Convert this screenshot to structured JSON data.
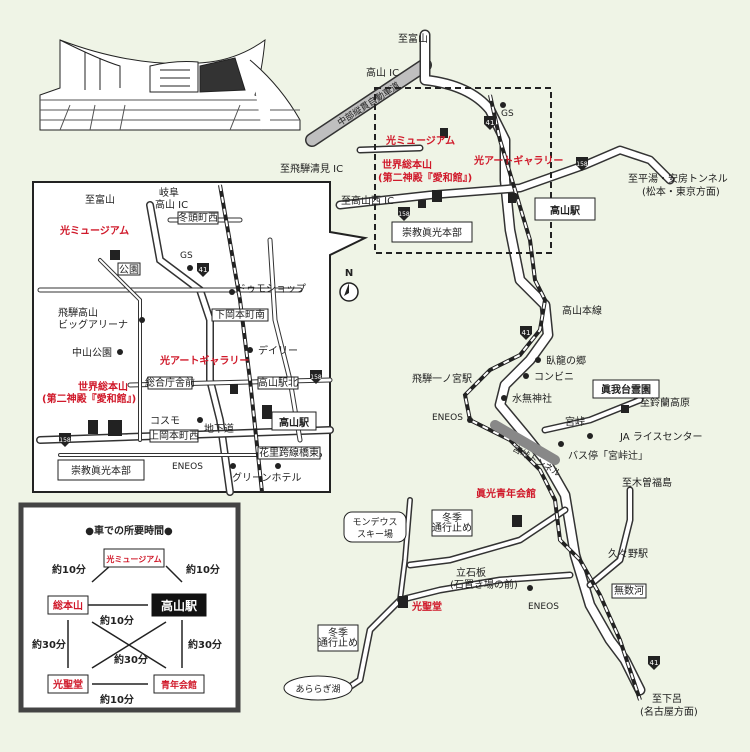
{
  "main_map": {
    "labels": {
      "to_toyama_top": "至富山",
      "takayama_ic": "高山 IC",
      "to_hida_kiyomi_ic": "至飛騨清見 IC",
      "takayama_nishi_ic": "至高山西 IC",
      "expressway": "中部縦貫自動車道",
      "to_hirayu": "至平湯・安房トンネル",
      "to_hirayu_sub": "(松本・東京方面)",
      "takayama_main_line": "高山本線",
      "hida_ichinomiya": "飛騨一ノ宮駅",
      "garyu": "臥龍の郷",
      "convenience": "コンビニ",
      "minashi_shrine": "水無神社",
      "miyatoge": "宮峠",
      "eneos_1": "ENEOS",
      "to_suzuran": "至鈴蘭高原",
      "ja_rice": "JA ライスセンター",
      "bus_stop": "バス停「宮峠辻」",
      "miyatoge_tunnel": "宮峠トンネル",
      "to_kisofukushima": "至木曽福島",
      "mondeus": "モンデウス",
      "mondeus_sub": "スキー場",
      "winter_closed_1a": "冬季",
      "winter_closed_1b": "通行止め",
      "kuguno_station": "久々野駅",
      "tateishi": "立石板",
      "tateishi_sub": "(石置き場の前)",
      "eneos_2": "ENEOS",
      "mukaku": "無数河",
      "winter_closed_2a": "冬季",
      "winter_closed_2b": "通行止め",
      "araragi": "あららぎ湖",
      "to_gero": "至下呂",
      "to_gero_sub": "(名古屋方面)"
    },
    "places": {
      "hikari_museum": "光ミュージアム",
      "sekai_sohonzan": "世界総本山",
      "sekai_sub": "(第二神殿『愛和館』)",
      "hikari_art_gallery": "光アートギャラリー",
      "takayama_station": "高山駅",
      "sukyo_honbu": "崇教眞光本部",
      "shingadai_reien": "眞我台霊園",
      "seinen_kaikan": "眞光青年会館",
      "koseido": "光聖堂"
    },
    "routes": [
      "GS",
      "41",
      "158"
    ]
  },
  "inset_map": {
    "north": "N",
    "labels": {
      "to_toyama": "至富山",
      "gifu_ic_1": "岐阜",
      "gifu_ic_2": "高山 IC",
      "fuyuto": "冬頭町西",
      "gs": "GS",
      "park": "公園",
      "domo": "ドゥモショップ",
      "shimookamoto_minami": "下岡本町南",
      "hida_arena_1": "飛騨高山",
      "hida_arena_2": "ビッグアリーナ",
      "nakayama_park": "中山公園",
      "daily": "デイリー",
      "sogo_chosha": "総合庁舎前",
      "takayama_eki_kita": "高山駅北",
      "cosmo": "コスモ",
      "kamiokamoto_nishi": "上岡本町西",
      "chikado": "地下道",
      "hanasato": "花里跨線橋東",
      "eneos": "ENEOS",
      "green_hotel": "グリーンホテル"
    },
    "places": {
      "hikari_museum": "光ミュージアム",
      "hikari_art_gallery": "光アートギャラリー",
      "sekai_sohonzan": "世界総本山",
      "sekai_sub": "(第二神殿『愛和館』)",
      "takayama_station": "高山駅",
      "sukyo_honbu": "崇教眞光本部"
    },
    "routes": [
      "41",
      "158",
      "158"
    ]
  },
  "travel_times": {
    "title": "●車での所要時間●",
    "nodes": {
      "museum": "光ミュージアム",
      "sohonzan": "総本山",
      "takayama_eki": "高山駅",
      "koseido": "光聖堂",
      "seinen_kaikan": "青年会館"
    },
    "times": {
      "sohonzan_museum": "約10分",
      "museum_station": "約10分",
      "sohonzan_station": "約10分",
      "sohonzan_koseido": "約30分",
      "station_seinen": "約30分",
      "cross": "約30分",
      "koseido_seinen": "約10分"
    }
  },
  "colors": {
    "background": "#eff4e6",
    "accent_red": "#d0192a",
    "road": "#ffffff",
    "rail": "#222222"
  }
}
